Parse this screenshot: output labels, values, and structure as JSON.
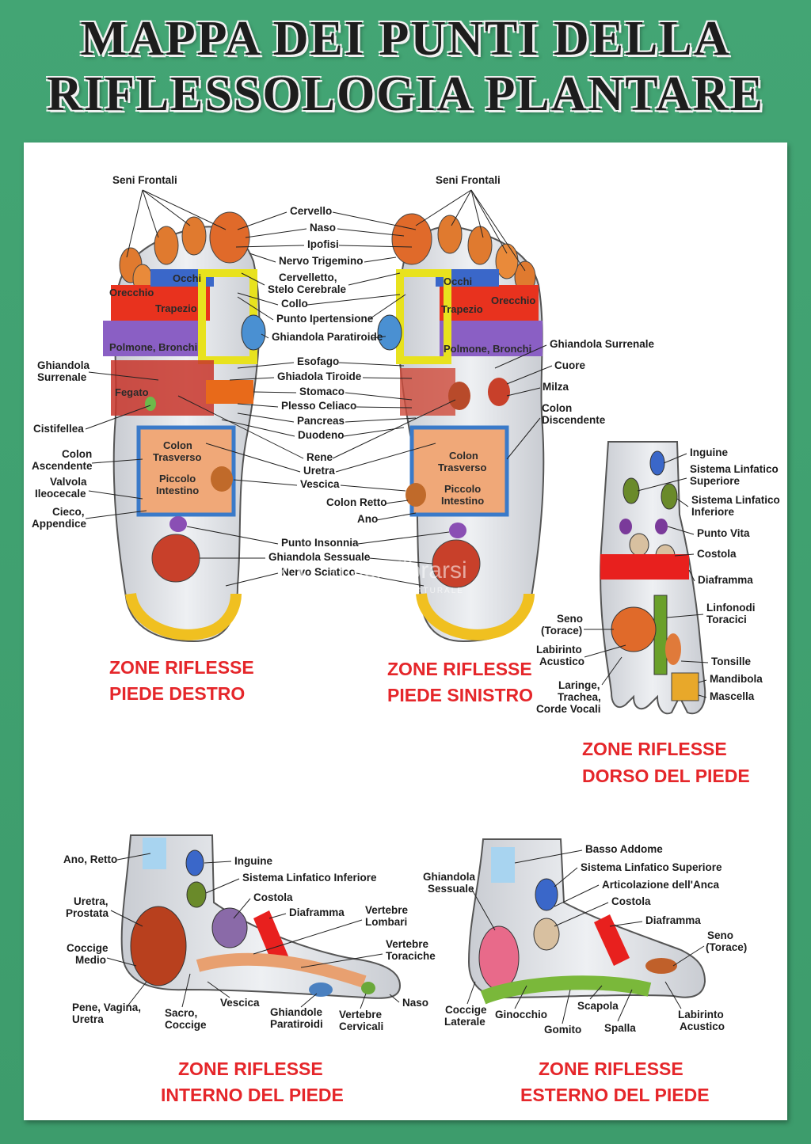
{
  "title": {
    "line1": "MAPPA DEI PUNTI DELLA",
    "line2": "RIFLESSOLOGIA PLANTARE"
  },
  "right_foot": {
    "sole_labels": {
      "orecchio": "Orecchio",
      "occhi": "Occhi",
      "trapezio": "Trapezio",
      "polmone": "Polmone, Bronchi",
      "fegato": "Fegato",
      "colon_trasverso": [
        "Colon",
        "Trasverso"
      ],
      "piccolo_intestino": [
        "Piccolo",
        "Intestino"
      ]
    },
    "left_labels": {
      "seni": "Seni Frontali",
      "ghiandola_surrenale": [
        "Ghiandola",
        "Surrenale"
      ],
      "cistifellea": "Cistifellea",
      "colon_ascendente": [
        "Colon",
        "Ascendente"
      ],
      "valvola": [
        "Valvola",
        "Ileocecale"
      ],
      "cieco": [
        "Cieco,",
        "Appendice"
      ]
    },
    "zone_title": [
      "ZONE RIFLESSE",
      "PIEDE DESTRO"
    ]
  },
  "center_labels": {
    "cervello": "Cervello",
    "naso": "Naso",
    "ipofisi": "Ipofisi",
    "nervo_trigemino": "Nervo Trigemino",
    "cervelletto": [
      "Cervelletto,",
      "Stelo Cerebrale"
    ],
    "collo": "Collo",
    "punto_ipertensione": "Punto Ipertensione",
    "ghiandola_paratiroide": "Ghiandola Paratiroide",
    "esofago": "Esofago",
    "ghiadola_tiroide": "Ghiadola Tiroide",
    "stomaco": "Stomaco",
    "plesso_celiaco": "Plesso Celiaco",
    "pancreas": "Pancreas",
    "duodeno": "Duodeno",
    "rene": "Rene",
    "uretra": "Uretra",
    "vescica": "Vescica",
    "colon_retto": "Colon Retto",
    "ano": "Ano",
    "punto_insonnia": "Punto Insonnia",
    "ghiandola_sessuale": "Ghiandola Sessuale",
    "nervo_sciatico": "Nervo Sciatico"
  },
  "left_foot": {
    "sole_labels": {
      "occhi": "Occhi",
      "orecchio": "Orecchio",
      "trapezio": "Trapezio",
      "polmone": "Polmone, Bronchi",
      "colon_trasverso": [
        "Colon",
        "Trasverso"
      ],
      "piccolo_intestino": [
        "Piccolo",
        "Intestino"
      ]
    },
    "right_labels": {
      "seni": "Seni Frontali",
      "ghiandola_surrenale": "Ghiandola Surrenale",
      "cuore": "Cuore",
      "milza": "Milza",
      "colon_discendente": [
        "Colon",
        "Discendente"
      ]
    },
    "zone_title": [
      "ZONE RIFLESSE",
      "PIEDE SINISTRO"
    ]
  },
  "dorsal": {
    "right_labels": {
      "inguine": "Inguine",
      "sist_sup": [
        "Sistema Linfatico",
        "Superiore"
      ],
      "sist_inf": [
        "Sistema Linfatico",
        "Inferiore"
      ],
      "punto_vita": "Punto Vita",
      "costola": "Costola",
      "diaframma": "Diaframma",
      "linfonodi": [
        "Linfonodi",
        "Toracici"
      ],
      "tonsille": "Tonsille",
      "mandibola": "Mandibola",
      "mascella": "Mascella"
    },
    "left_labels": {
      "seno": [
        "Seno",
        "(Torace)"
      ],
      "labirinto": [
        "Labirinto",
        "Acustico"
      ],
      "laringe": [
        "Laringe,",
        "Trachea,",
        "Corde Vocali"
      ]
    },
    "zone_title": [
      "ZONE RIFLESSE",
      "DORSO DEL PIEDE"
    ]
  },
  "inner": {
    "labels": {
      "ano_retto": "Ano, Retto",
      "inguine": "Inguine",
      "sist_inf": "Sistema Linfatico Inferiore",
      "costola": "Costola",
      "uretra": [
        "Uretra,",
        "Prostata"
      ],
      "diaframma": "Diaframma",
      "vertebre_lombari": [
        "Vertebre",
        "Lombari"
      ],
      "coccige_medio": [
        "Coccige",
        "Medio"
      ],
      "vertebre_toraciche": [
        "Vertebre",
        "Toraciche"
      ],
      "pene": [
        "Pene, Vagina,",
        "Uretra"
      ],
      "sacro": [
        "Sacro,",
        "Coccige"
      ],
      "vescica": "Vescica",
      "ghiandole": [
        "Ghiandole",
        "Paratiroidi"
      ],
      "vertebre_cervicali": [
        "Vertebre",
        "Cervicali"
      ],
      "naso": "Naso"
    },
    "zone_title": [
      "ZONE RIFLESSE",
      "INTERNO DEL PIEDE"
    ]
  },
  "outer": {
    "labels": {
      "basso_addome": "Basso Addome",
      "sist_sup": "Sistema Linfatico Superiore",
      "ghiandola_sessuale": [
        "Ghiandola",
        "Sessuale"
      ],
      "articolazione": "Articolazione dell'Anca",
      "costola": "Costola",
      "diaframma": "Diaframma",
      "seno": [
        "Seno",
        "(Torace)"
      ],
      "coccige": [
        "Coccige",
        "Laterale"
      ],
      "ginocchio": "Ginocchio",
      "scapola": "Scapola",
      "gomito": "Gomito",
      "spalla": "Spalla",
      "labirinto": [
        "Labirinto",
        "Acustico"
      ]
    },
    "zone_title": [
      "ZONE RIFLESSE",
      "ESTERNO DEL PIEDE"
    ]
  },
  "watermark": {
    "name": "macrolibrarsi",
    "tagline": "ALTERNATIVA NATURALE"
  },
  "colors": {
    "background": "#43a574",
    "zone_title": "#e5262a",
    "sheet": "#ffffff"
  }
}
